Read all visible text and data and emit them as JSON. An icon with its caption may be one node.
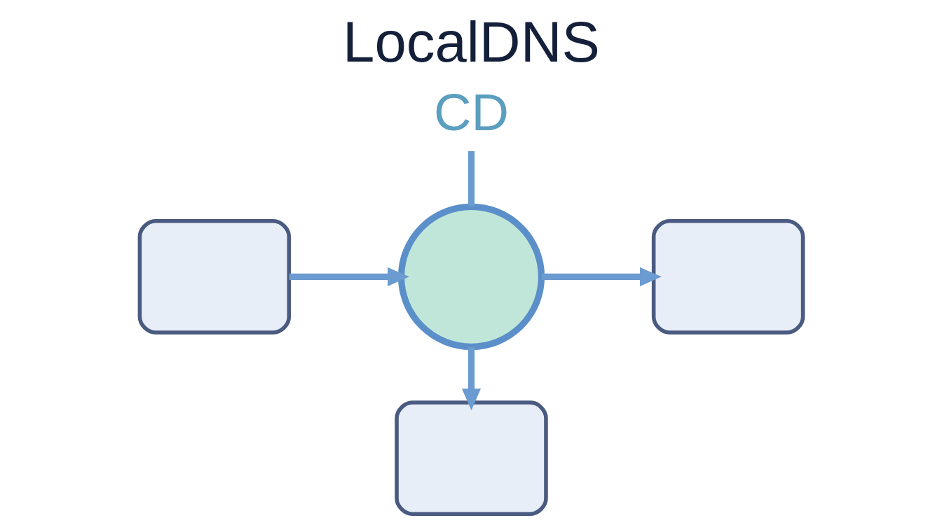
{
  "diagram": {
    "title": "LocalDNS",
    "nodes": [
      {
        "text": [
          "CD"
        ]
      },
      {
        "text": [],
        "shape": "box"
      },
      {
        "text": [],
        "shape": "circle"
      },
      {
        "text": [],
        "shape": "box"
      },
      {
        "text": [],
        "shape": "box"
      }
    ],
    "edges": [
      {
        "from": 0,
        "to": 2,
        "arrow": "none"
      },
      {
        "from": 1,
        "to": 2,
        "arrow": "to"
      },
      {
        "from": 2,
        "to": 3,
        "arrow": "to"
      },
      {
        "from": 2,
        "to": 4,
        "arrow": "to"
      }
    ]
  }
}
